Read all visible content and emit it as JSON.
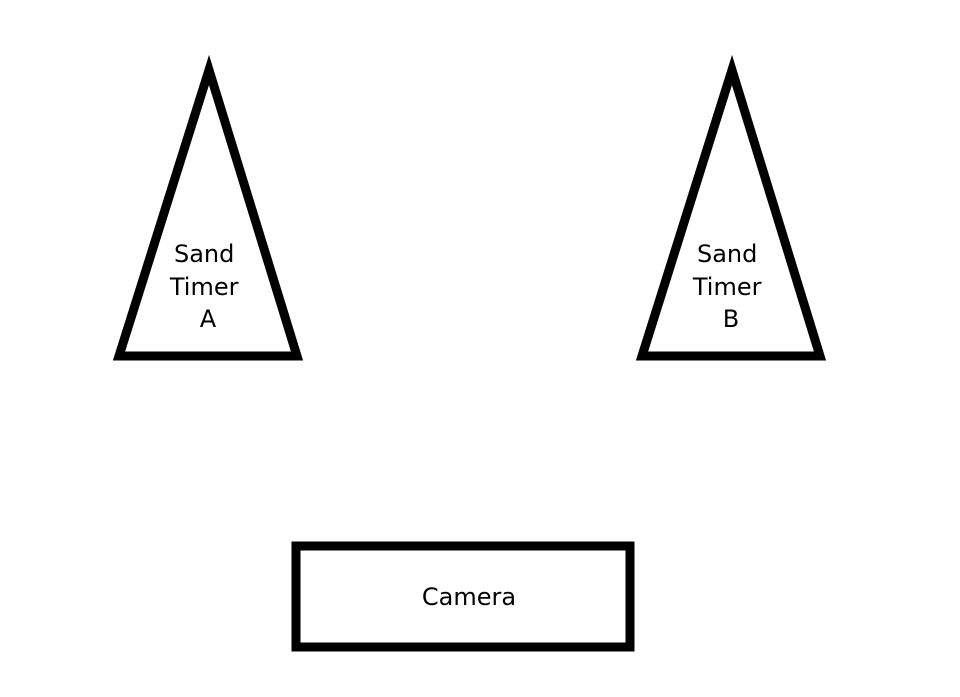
{
  "sand_timer_a": {
    "lines": [
      "Sand",
      "Timer",
      "A"
    ]
  },
  "sand_timer_b": {
    "lines": [
      "Sand",
      "Timer",
      "B"
    ]
  },
  "camera": {
    "label": "Camera"
  },
  "colors": {
    "stroke": "#000000",
    "fill": "#ffffff",
    "background": "#ffffff"
  }
}
